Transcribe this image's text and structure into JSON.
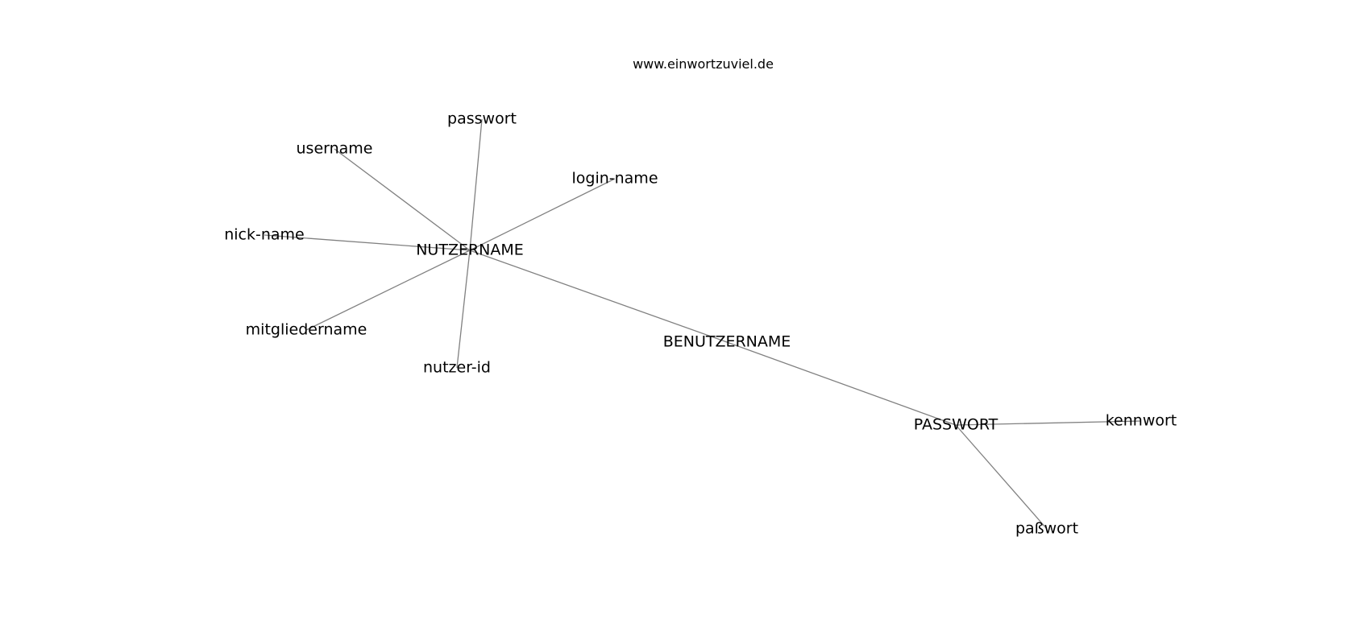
{
  "watermark": "www.einwortzuviel.de",
  "graph": {
    "nodes": [
      {
        "id": "nutzername",
        "label": "NUTZERNAME"
      },
      {
        "id": "benutzername",
        "label": "BENUTZERNAME"
      },
      {
        "id": "passwort_hub",
        "label": "PASSWORT"
      },
      {
        "id": "passwort",
        "label": "passwort"
      },
      {
        "id": "username",
        "label": "username"
      },
      {
        "id": "login_name",
        "label": "login-name"
      },
      {
        "id": "nick_name",
        "label": "nick-name"
      },
      {
        "id": "mitgliedername",
        "label": "mitgliedername"
      },
      {
        "id": "nutzer_id",
        "label": "nutzer-id"
      },
      {
        "id": "kennwort",
        "label": "kennwort"
      },
      {
        "id": "passwort_eszett",
        "label": "paßwort"
      }
    ],
    "edges": [
      [
        "nutzername",
        "passwort"
      ],
      [
        "nutzername",
        "username"
      ],
      [
        "nutzername",
        "login_name"
      ],
      [
        "nutzername",
        "nick_name"
      ],
      [
        "nutzername",
        "mitgliedername"
      ],
      [
        "nutzername",
        "nutzer_id"
      ],
      [
        "nutzername",
        "benutzername"
      ],
      [
        "benutzername",
        "passwort_hub"
      ],
      [
        "passwort_hub",
        "kennwort"
      ],
      [
        "passwort_hub",
        "passwort_eszett"
      ]
    ],
    "colors": {
      "edge": "#808080",
      "label": "#000000",
      "background": "#ffffff"
    }
  }
}
